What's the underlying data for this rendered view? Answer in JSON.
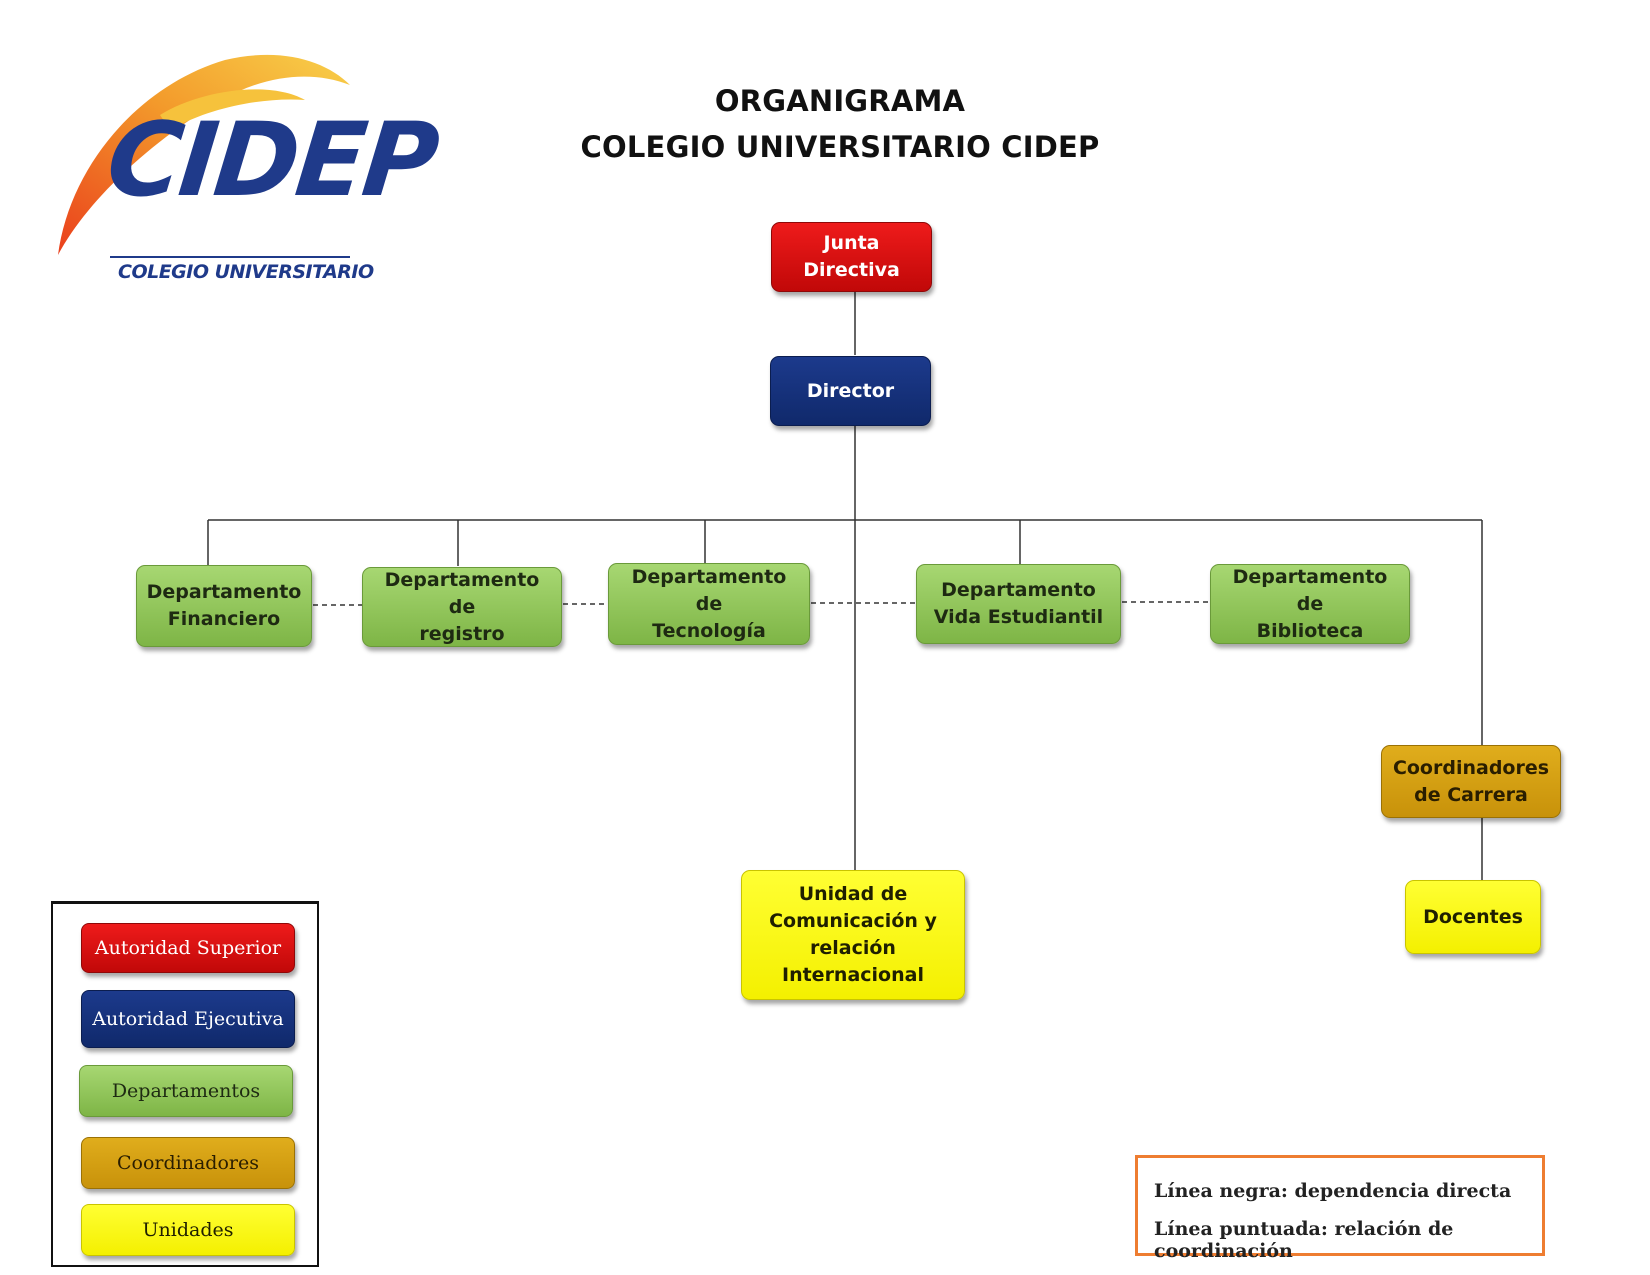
{
  "logo": {
    "wordmark": "CIDEP",
    "subtitle": "COLEGIO UNIVERSITARIO",
    "colors": {
      "navy": "#1f3a8a",
      "orange": "#f08a24",
      "yellow": "#f7c93a"
    }
  },
  "title": {
    "line1": "ORGANIGRAMA",
    "line2": "COLEGIO UNIVERSITARIO CIDEP"
  },
  "nodes": {
    "junta_directiva": "Junta\nDirectiva",
    "director": "Director",
    "dep_financiero": "Departamento\nFinanciero",
    "dep_registro": "Departamento de\nregistro",
    "dep_tecnologia": "Departamento de\nTecnología",
    "dep_vida_estudiantil": "Departamento\nVida Estudiantil",
    "dep_biblioteca": "Departamento de\nBiblioteca",
    "coordinadores_carrera": "Coordinadores\nde Carrera",
    "unidad_comunicacion": "Unidad de\nComunicación y\nrelación\nInternacional",
    "docentes": "Docentes"
  },
  "legend": {
    "autoridad_superior": "Autoridad Superior",
    "autoridad_ejecutiva": "Autoridad Ejecutiva",
    "departamentos": "Departamentos",
    "coordinadores": "Coordinadores",
    "unidades": "Unidades"
  },
  "line_legend": {
    "solid": "Línea negra: dependencia directa",
    "dotted": "Línea puntuada: relación de coordinación"
  },
  "colors": {
    "autoridad_superior": "#d90f0f",
    "autoridad_ejecutiva": "#163282",
    "departamentos": "#94c75c",
    "coordinadores": "#d4a013",
    "unidades": "#ffff1a",
    "note_border": "#ee7d31"
  }
}
